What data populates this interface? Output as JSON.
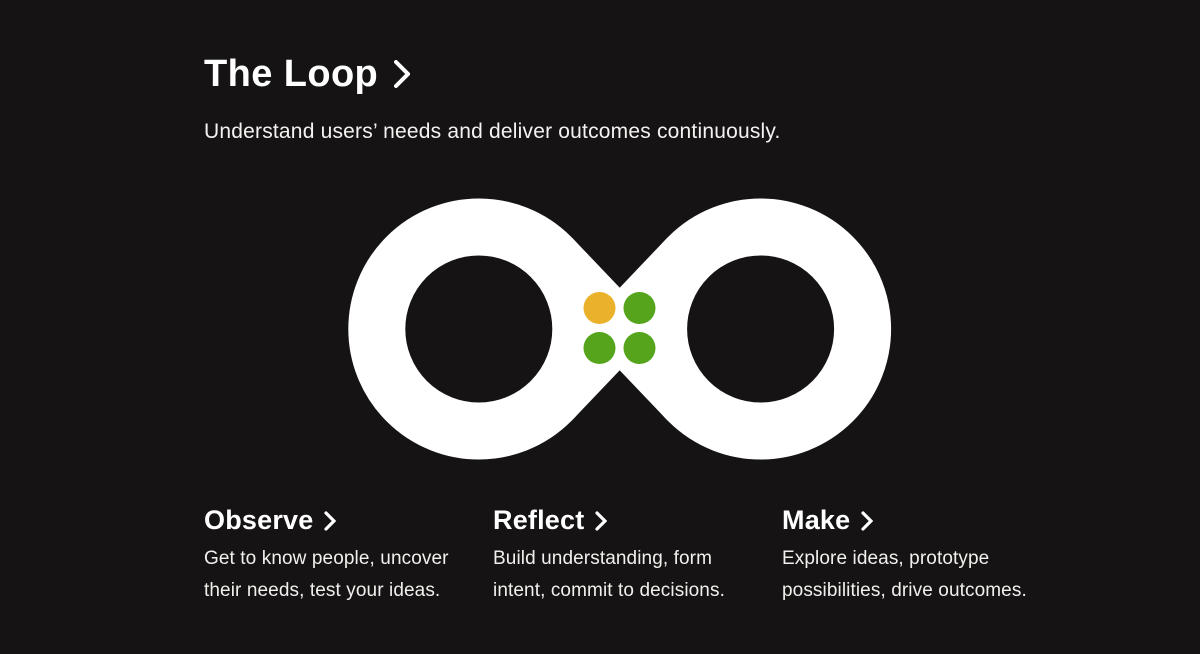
{
  "page": {
    "background_color": "#151313",
    "text_color": "#ffffff"
  },
  "header": {
    "title": "The Loop",
    "subtitle": "Understand users’ needs and deliver outcomes continuously."
  },
  "icons": {
    "title_chevron": "chevron-right",
    "phase_chevron": "chevron-right"
  },
  "loop": {
    "description": "infinity-loop symbol with four dots at the crossing",
    "stroke_color": "#ffffff",
    "dots": [
      {
        "position": "top-left",
        "color": "#e9b22a"
      },
      {
        "position": "top-right",
        "color": "#55a41b"
      },
      {
        "position": "bottom-left",
        "color": "#55a41b"
      },
      {
        "position": "bottom-right",
        "color": "#55a41b"
      }
    ]
  },
  "phases": [
    {
      "label": "Observe",
      "description": "Get to know people, uncover their needs, test your ideas."
    },
    {
      "label": "Reflect",
      "description": "Build understanding, form intent, commit to decisions."
    },
    {
      "label": "Make",
      "description": "Explore ideas, prototype possibilities, drive outcomes."
    }
  ]
}
